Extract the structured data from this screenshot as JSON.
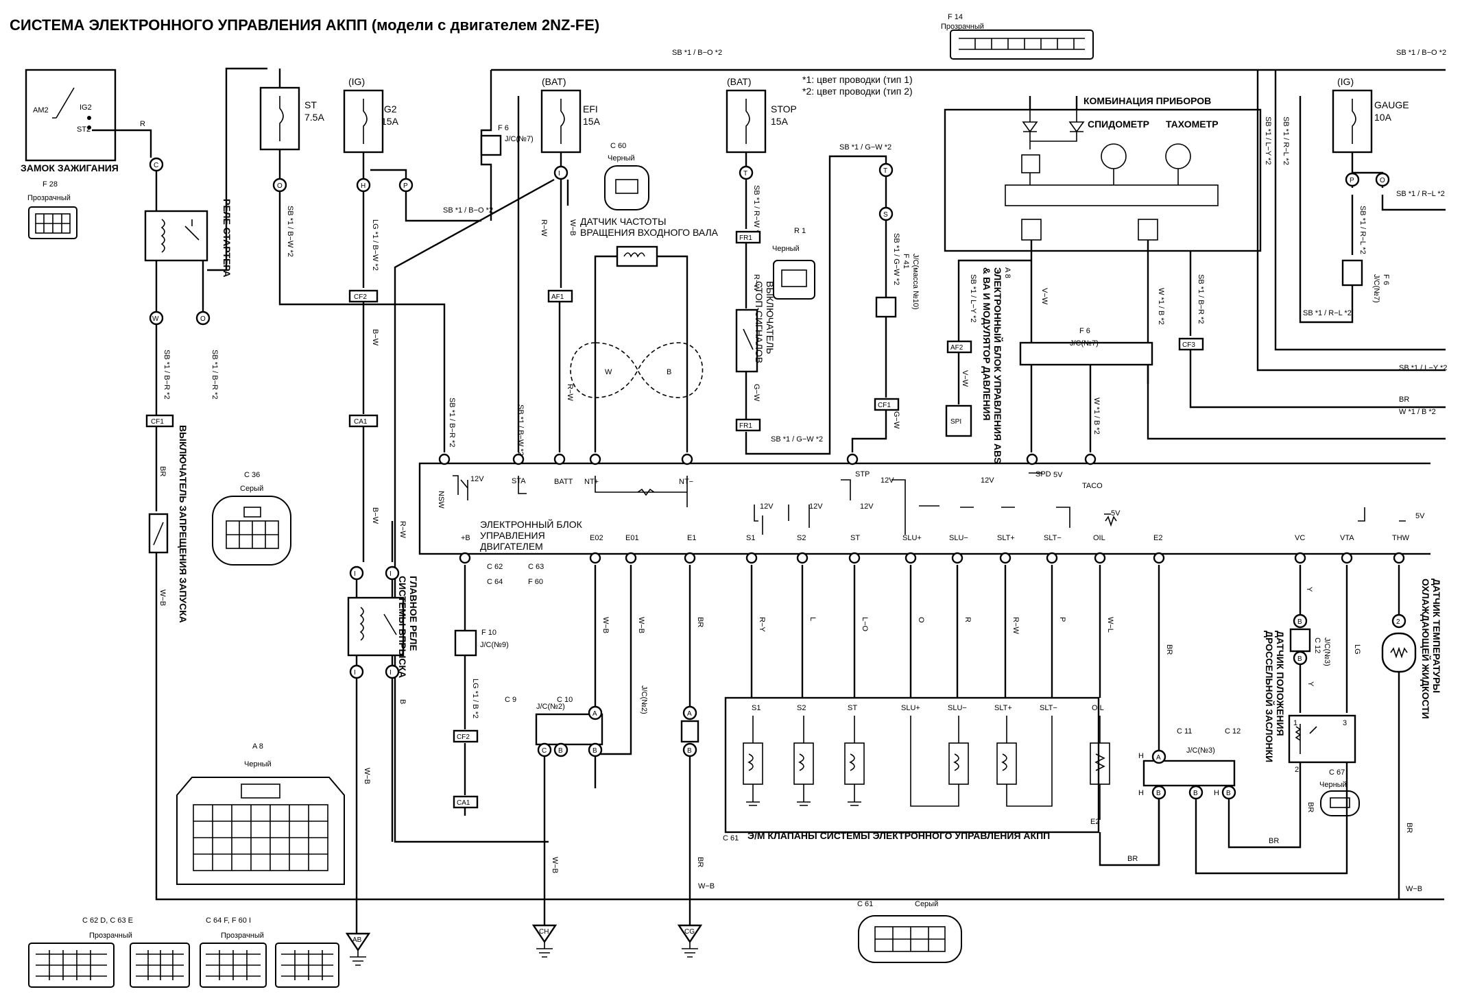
{
  "title": "СИСТЕМА ЭЛЕКТРОННОГО УПРАВЛЕНИЯ АКПП (модели с двигателем 2NZ-FE)",
  "notes": [
    "*1: цвет проводки (тип 1)",
    "*2: цвет проводки (тип 2)"
  ],
  "ignition": {
    "label": "ЗАМОК ЗАЖИГАНИЯ",
    "am2": "AM2",
    "ig2": "IG2",
    "st2": "ST2",
    "connector": "F 28",
    "connector_color": "Прозрачный"
  },
  "starter_relay": {
    "label": "РЕЛЕ СТАРТЕРА"
  },
  "fuses": {
    "st": {
      "name": "ST",
      "rating": "7.5A"
    },
    "ig2": {
      "source": "(IG)",
      "name": "IG2",
      "rating": "15A"
    },
    "efi": {
      "source": "(BAT)",
      "name": "EFI",
      "rating": "15A"
    },
    "stop": {
      "source": "(BAT)",
      "name": "STOP",
      "rating": "15A"
    },
    "gauge": {
      "source": "(IG)",
      "name": "GAUGE",
      "rating": "10A"
    }
  },
  "junctions": {
    "j6": "J/C(№7)",
    "j6_ref": "F 6",
    "j41": "J/C(массa №10)",
    "j41_ref": "F 41",
    "j7b": "J/C(№7)",
    "j7b_ref": "F 6",
    "j10": "J/C(№9)",
    "j10_ref": "F 10",
    "j2": "J/C(№2)",
    "j2b": "J/C(№2)",
    "j3": "J/C(№3)",
    "j3b": "J/C(№3)"
  },
  "c60": {
    "ref": "C 60",
    "color": "Черный"
  },
  "input_speed_sensor": {
    "label1": "ДАТЧИК ЧАСТОТЫ",
    "label2": "ВРАЩЕНИЯ ВХОДНОГО ВАЛА"
  },
  "r1": {
    "ref": "R 1",
    "color": "Черный"
  },
  "stop_switch": {
    "label1": "ВЫКЛЮЧАТЕЛЬ",
    "label2": "СТОП-СИГНАЛОВ"
  },
  "combination_meter": {
    "label": "КОМБИНАЦИЯ ПРИБОРОВ",
    "speedometer": "СПИДОМЕТР",
    "tachometer": "ТАХОМЕТР",
    "connector": "F 14",
    "connector_color": "Прозрачный"
  },
  "abs_ecu": {
    "label1": "ЭЛЕКТРОННЫЙ БЛОК УПРАВЛЕНИЯ ABS",
    "label2": "& ВА И МОДУЛЯТОР ДАВЛЕНИЯ",
    "ref": "A 8"
  },
  "neutral_switch": {
    "label1": "ВЫКЛЮЧАТЕЛЬ ЗАПРЕЩЕНИЯ ЗАПУСКА"
  },
  "c36": {
    "ref": "C 36",
    "color": "Серый"
  },
  "efi_relay": {
    "label1": "ГЛАВНОЕ РЕЛЕ",
    "label2": "СИСТЕМЫ ВПРЫСКА"
  },
  "ecu": {
    "label1": "ЭЛЕКТРОННЫЙ БЛОК",
    "label2": "УПРАВЛЕНИЯ",
    "label3": "ДВИГАТЕЛЕМ"
  },
  "ecu_top_pins": [
    "NSW",
    "STA",
    "BATT",
    "NT+",
    "NT−",
    "STP",
    "SPD",
    "TACO"
  ],
  "ecu_bottom_pins": [
    "+B",
    "E02",
    "E01",
    "E1",
    "S1",
    "S2",
    "ST",
    "SLU+",
    "SLU−",
    "SLT+",
    "SLT−",
    "OIL",
    "E2",
    "VC",
    "VTA",
    "THW"
  ],
  "connector_refs": {
    "c62": "C 62",
    "c63": "C 63",
    "c64": "C 64",
    "f60": "F 60",
    "c9": "C 9",
    "c10": "C 10",
    "c11": "C 11",
    "c12": "C 12",
    "c61": "C 61"
  },
  "ab_connector": {
    "ref": "A 8",
    "color": "Черный"
  },
  "solenoids": {
    "label": "Э/М КЛАПАНЫ СИСТЕМЫ ЭЛЕКТРОННОГО УПРАВЛЕНИЯ АКПП",
    "ref": "C 61",
    "pins": [
      "S1",
      "S2",
      "ST",
      "SLU+",
      "SLU−",
      "SLT+",
      "SLT−",
      "OIL"
    ],
    "e2": "E2"
  },
  "throttle_sensor": {
    "label1": "ДАТЧИК ПОЛОЖЕНИЯ",
    "label2": "ДРОССЕЛЬНОЙ ЗАСЛОНКИ",
    "ref": "C 67",
    "color": "Черный"
  },
  "coolant_sensor": {
    "label1": "ДАТЧИК ТЕМПЕРАТУРЫ",
    "label2": "ОХЛАЖДАЮЩЕЙ ЖИДКОСТИ"
  },
  "grounds": [
    "AB",
    "CH",
    "CG"
  ],
  "bottom_connectors": {
    "left_refs": "C 62 D, C 63 E",
    "left_color": "Прозрачный",
    "mid_refs": "C 64 F, F 60 I",
    "mid_color": "Прозрачный",
    "c61": "C 61",
    "c61_color": "Серый"
  },
  "wire_colors": {
    "r": "R",
    "sbbo": "SB *1 / B−O *2",
    "sbbw": "SB *1 / B−W *2",
    "lgbw": "LG *1 / B−W *2",
    "sbbr": "SB *1 / B−R *2",
    "sbrw": "SB *1 / R−W *2",
    "sbgw": "SB *1 / G−W *2",
    "sbly": "SB *1 / L−Y *2",
    "sbrl": "SB *1 / R−L *2",
    "wb": "W *1 / B *2",
    "br": "BR",
    "wbk": "W−B",
    "bw": "B−W",
    "rw": "R−W",
    "gw": "G−W",
    "vw": "V−W",
    "y": "Y",
    "lg": "LG",
    "p": "P",
    "o": "O",
    "l": "L",
    "ry": "R−Y",
    "lo": "L−O",
    "wl": "W−L",
    "b": "B",
    "w": "W",
    "lgb": "LG *1 / B *2"
  }
}
